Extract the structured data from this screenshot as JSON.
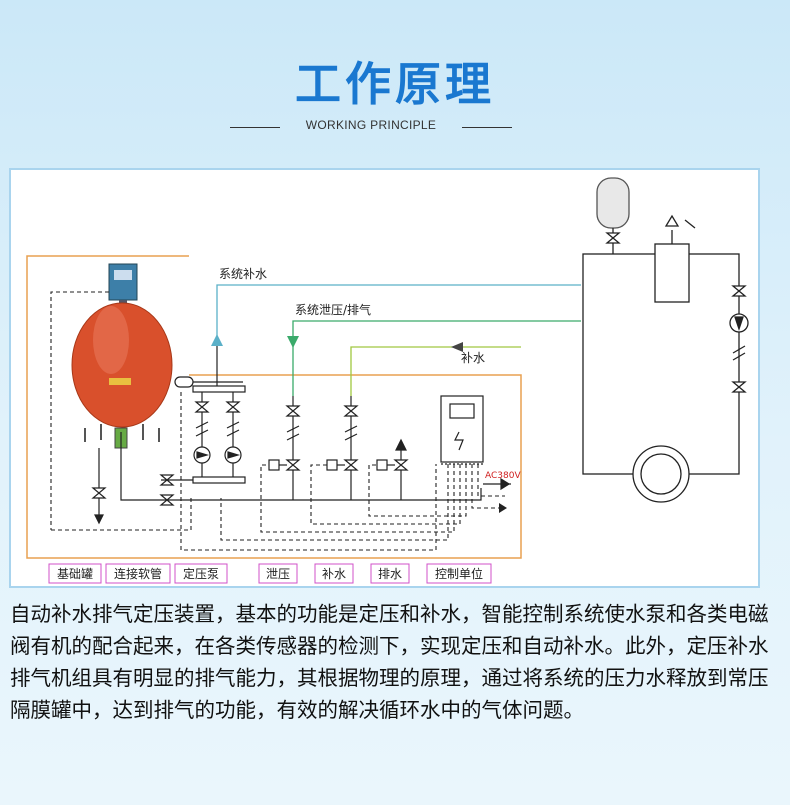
{
  "header": {
    "title": "工作原理",
    "subtitle": "WORKING PRINCIPLE"
  },
  "diagram": {
    "labels": {
      "system_makeup": "系统补水",
      "system_relief": "系统泄压/排气",
      "makeup_water": "补水",
      "power": "AC380V"
    },
    "legend": [
      "基础罐",
      "连接软管",
      "定压泵",
      "泄压",
      "补水",
      "排水",
      "控制单位"
    ],
    "colors": {
      "frame": "#e8a050",
      "makeup_line": "#5bb0c8",
      "relief_line": "#3aaa6a",
      "water_line": "#a0c840",
      "tank": "#d9502c",
      "legend_border": "#d050c8",
      "power_text": "#d02020"
    }
  },
  "description": "自动补水排气定压装置，基本的功能是定压和补水，智能控制系统使水泵和各类电磁阀有机的配合起来，在各类传感器的检测下，实现定压和自动补水。此外，定压补水排气机组具有明显的排气能力，其根据物理的原理，通过将系统的压力水释放到常压隔膜罐中，达到排气的功能，有效的解决循环水中的气体问题。"
}
